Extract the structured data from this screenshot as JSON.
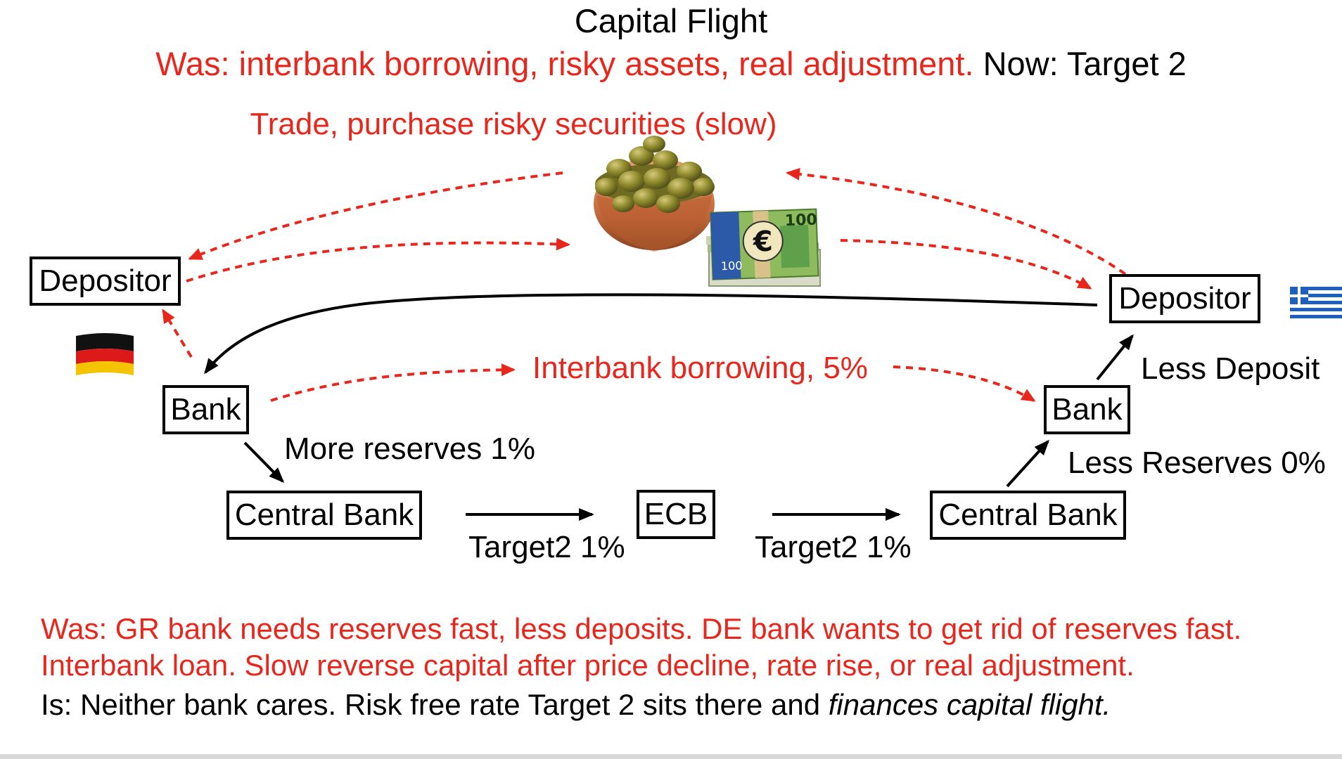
{
  "header": {
    "title": "Capital Flight",
    "subtitle_was": "Was: interbank borrowing, risky assets, real adjustment.",
    "subtitle_now": "Now: Target 2"
  },
  "diagram": {
    "trade_label": "Trade, purchase risky securities (slow)",
    "interbank_label": "Interbank borrowing, 5%",
    "more_reserves_label": "More reserves 1%",
    "less_deposit_label": "Less Deposit",
    "less_reserves_label": "Less Reserves 0%",
    "target2_left_label": "Target2 1%",
    "target2_right_label": "Target2 1%",
    "nodes": {
      "de_depositor": "Depositor",
      "de_bank": "Bank",
      "de_central_bank": "Central Bank",
      "ecb": "ECB",
      "gr_central_bank": "Central Bank",
      "gr_bank": "Bank",
      "gr_depositor": "Depositor"
    },
    "euro_note_symbol": "€",
    "euro_note_value_top": "100",
    "euro_note_value_bottom": "100",
    "colors": {
      "red": "#e8261c",
      "black": "#000000"
    }
  },
  "footer": {
    "was_line1": "Was: GR bank needs reserves fast, less deposits. DE bank wants to get rid of reserves fast.",
    "was_line2": "Interbank loan. Slow reverse capital after price decline, rate rise, or real adjustment.",
    "is_plain": "Is: Neither bank cares. Risk free rate Target 2 sits there and ",
    "is_italic": "finances capital flight."
  }
}
